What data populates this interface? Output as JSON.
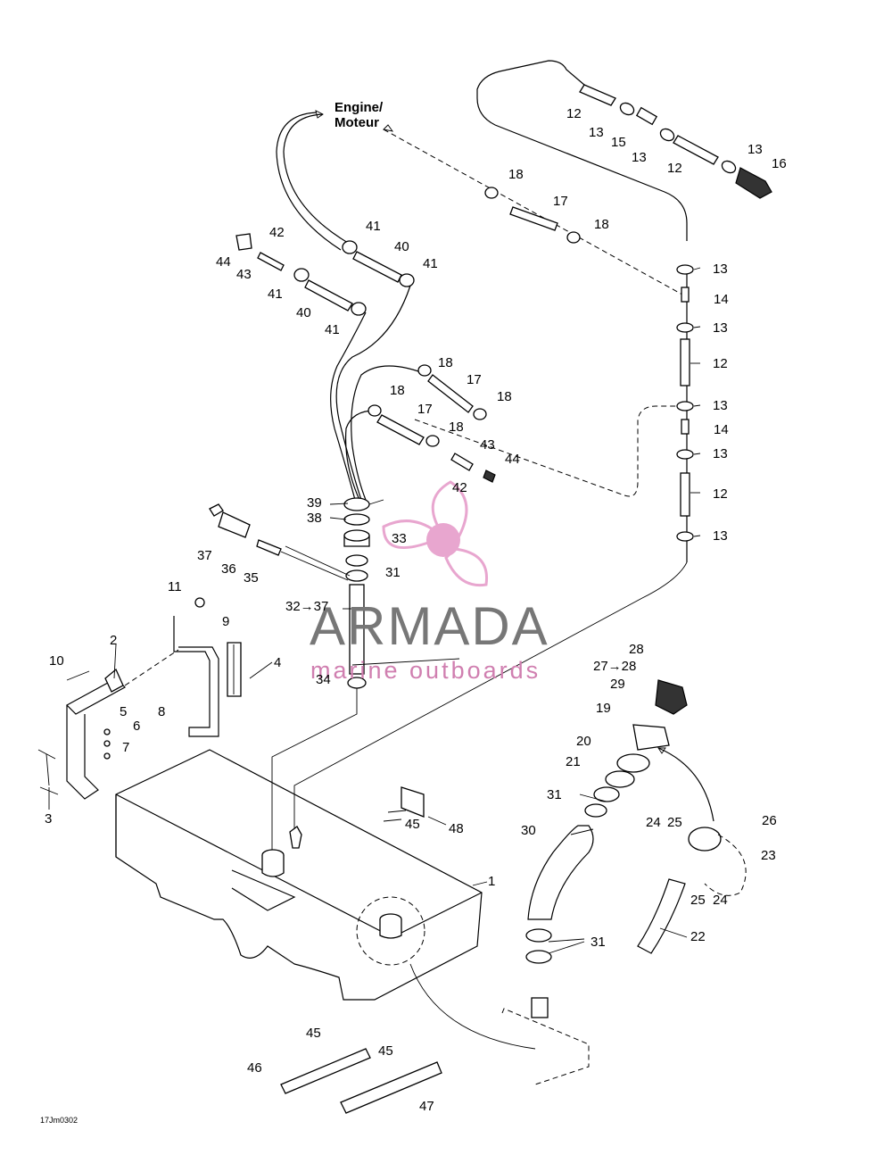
{
  "engine_label": [
    "Engine/",
    "Moteur"
  ],
  "drawing_code": "17Jm0302",
  "watermark": {
    "title": "ARMADA",
    "subtitle": "marine outboards",
    "accent_color": "#e8a6cf",
    "text_color": "#777777"
  },
  "callouts": [
    "1",
    "2",
    "3",
    "4",
    "5",
    "6",
    "7",
    "8",
    "9",
    "10",
    "11",
    "12",
    "13",
    "14",
    "15",
    "16",
    "17",
    "18",
    "19",
    "20",
    "21",
    "22",
    "23",
    "24",
    "25",
    "26",
    "27→28",
    "28",
    "29",
    "30",
    "31",
    "32→37",
    "33",
    "34",
    "35",
    "36",
    "37",
    "38",
    "39",
    "40",
    "41",
    "42",
    "43",
    "44",
    "45",
    "46",
    "47",
    "48"
  ]
}
